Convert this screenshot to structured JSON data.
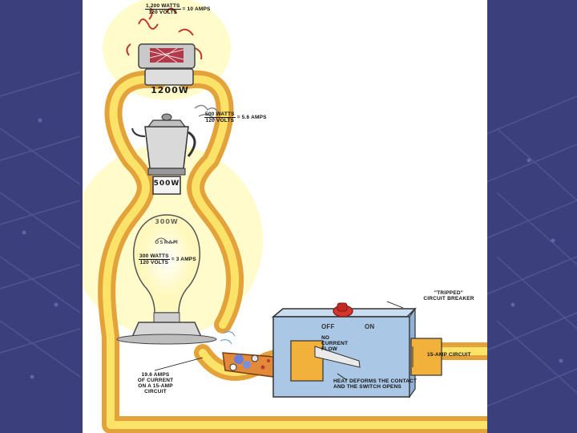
{
  "theme": {
    "slide_bg": "#3b3f7c",
    "wire_outer": "#e3a33a",
    "wire_inner": "#fbe36a",
    "glow": "#fff7a0",
    "breaker_box": "#aac7e6",
    "contact": "#f2b13a",
    "toggle_red": "#d6352d"
  },
  "heater": {
    "plate": "1200W",
    "watts": "1,200 WATTS",
    "volts": "120 VOLTS",
    "amps": "= 10 AMPS"
  },
  "coffee_maker": {
    "plate": "500W",
    "watts": "500 WATTS",
    "volts": "120 VOLTS",
    "amps": "= 5.6 AMPS"
  },
  "lamp": {
    "plate": "300W",
    "bulb_mark": "OSRAM",
    "watts": "300 WATTS",
    "volts": "120 VOLTS",
    "amps": "= 3 AMPS"
  },
  "breaker": {
    "title_line1": "\"TRIPPED\"",
    "title_line2": "CIRCUIT BREAKER",
    "off": "OFF",
    "on": "ON",
    "no_flow_1": "NO",
    "no_flow_2": "CURRENT",
    "no_flow_3": "FLOW",
    "heat_1": "HEAT DEFORMS THE CONTACT",
    "heat_2": "AND THE SWITCH OPENS",
    "circuit": "15-AMP CIRCUIT"
  },
  "overload": {
    "line1": "19.6 AMPS",
    "line2": "OF CURRENT",
    "line3": "ON A 15-AMP",
    "line4": "CIRCUIT"
  }
}
